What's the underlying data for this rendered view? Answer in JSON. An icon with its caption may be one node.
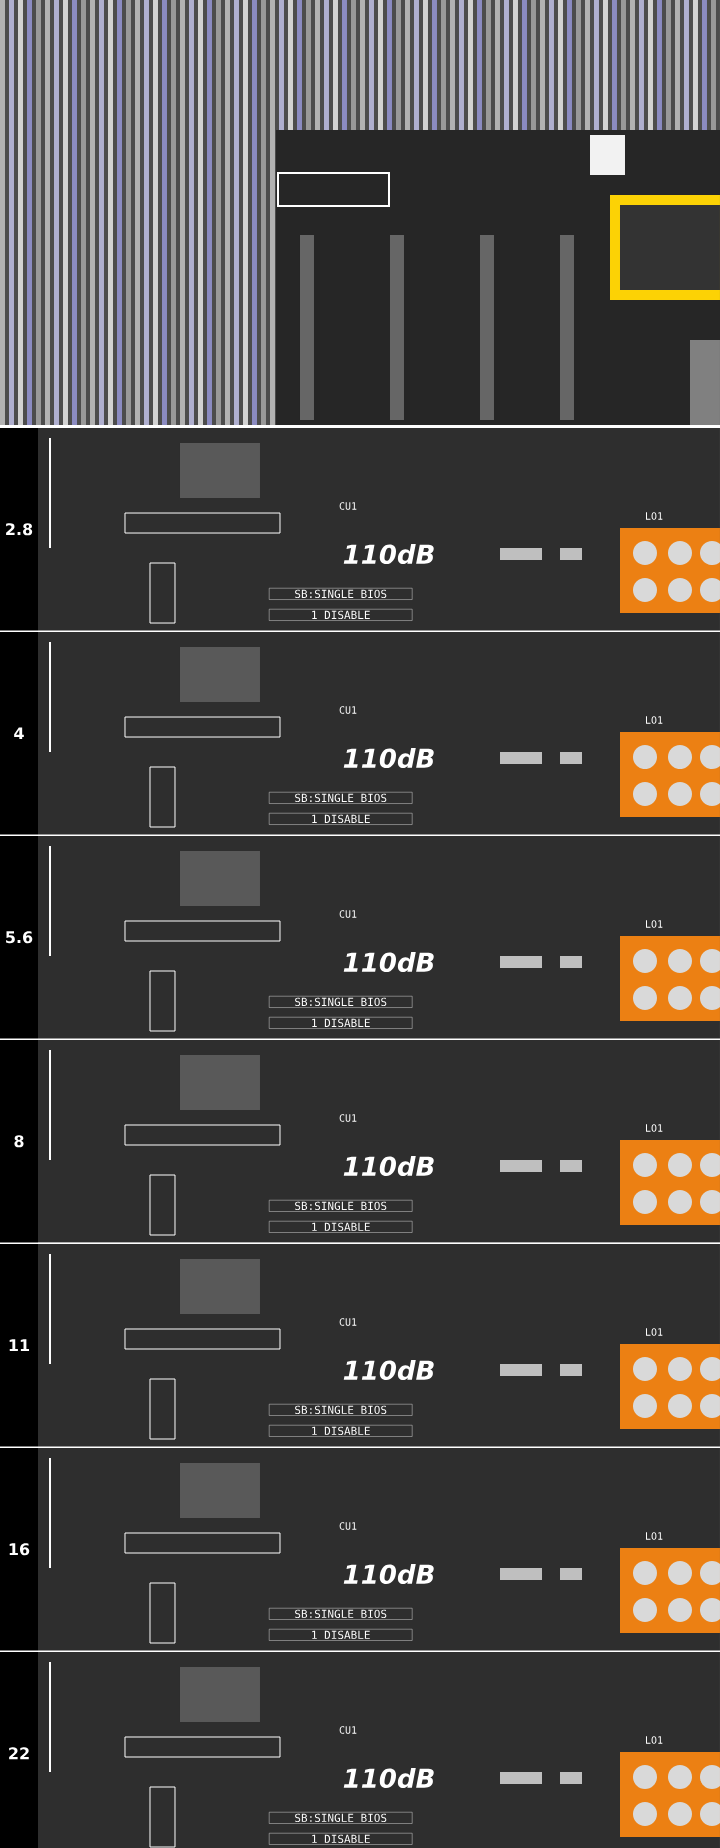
{
  "diagram": {
    "labels": [
      "2.8",
      "CU1",
      "LO1",
      "110dB",
      "SB:SINGLE BIOS",
      "1 DISABLE",
      "4",
      "CU1",
      "LO1",
      "110dB",
      "SB:SINGLE BIOS",
      "1 DISABLE",
      "5.6",
      "CU1",
      "LO1",
      "110dB",
      "SB:SINGLE BIOS",
      "1 DISABLE",
      "8",
      "CU1",
      "LO1",
      "110dB",
      "SB:SINGLE BIOS",
      "1 DISABLE",
      "11",
      "CU1",
      "LO1",
      "110dB",
      "SB:SINGLE BIOS",
      "1 DISABLE",
      "16",
      "CU1",
      "LO1",
      "110dB",
      "SB:SINGLE BIOS",
      "1 DISABLE",
      "22",
      "CU1",
      "LO1",
      "110dB",
      "SB:SINGLE BIOS",
      "1 DISABLE"
    ]
  }
}
